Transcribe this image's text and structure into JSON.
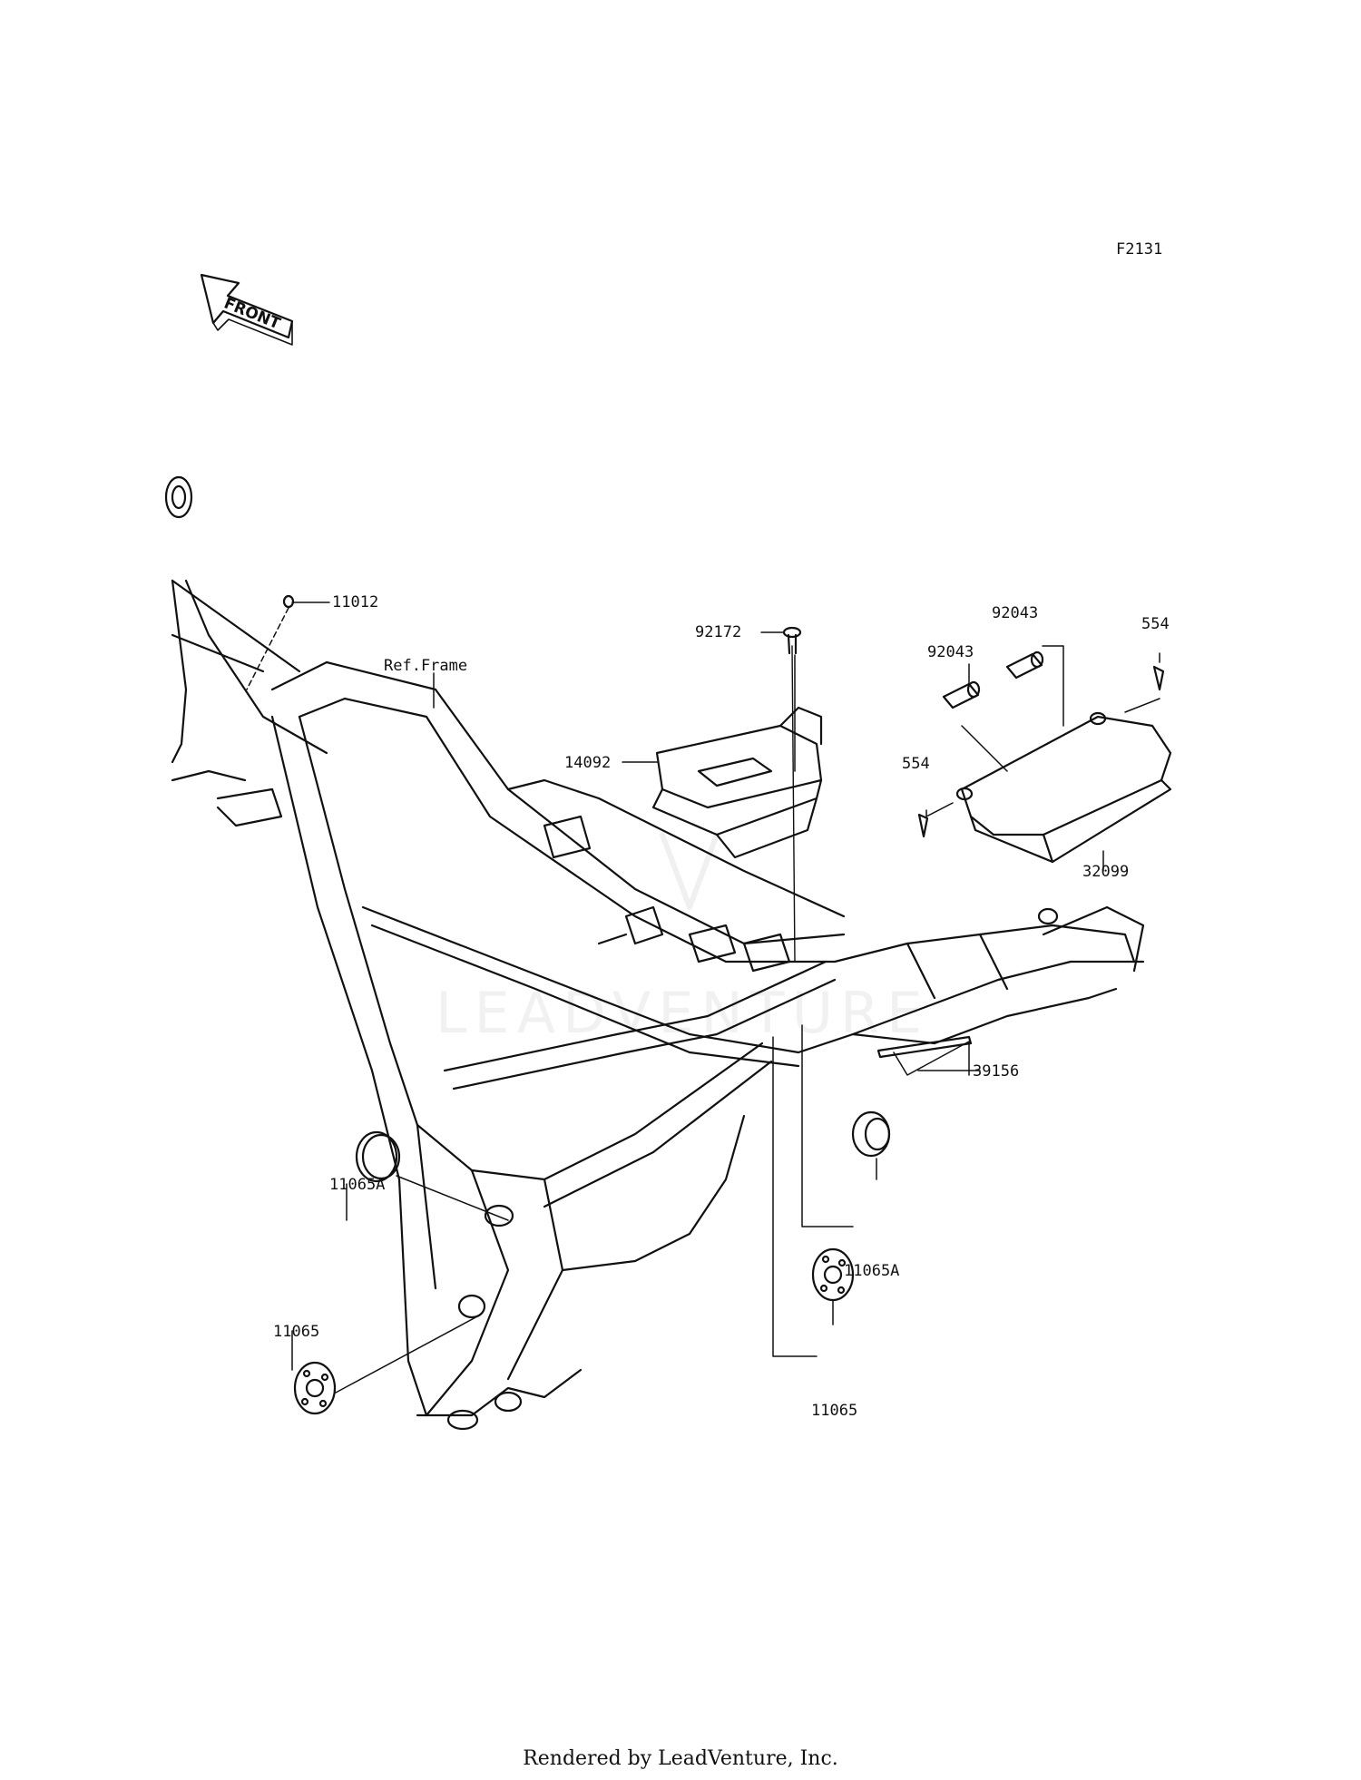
{
  "diagram_code": "F2131",
  "front_arrow_text": "FRONT",
  "watermark_text": "LEADVENTURE",
  "footer": "Rendered by LeadVenture, Inc.",
  "callouts": {
    "p11012": "11012",
    "ref_frame": "Ref.Frame",
    "p92172": "92172",
    "p14092": "14092",
    "p92043_a": "92043",
    "p92043_b": "92043",
    "p554_a": "554",
    "p554_b": "554",
    "p32099": "32099",
    "p39156": "39156",
    "p11065A_left": "11065A",
    "p11065A_right": "11065A",
    "p11065_left": "11065",
    "p11065_right": "11065"
  },
  "colors": {
    "line": "#111111",
    "background": "#ffffff"
  }
}
